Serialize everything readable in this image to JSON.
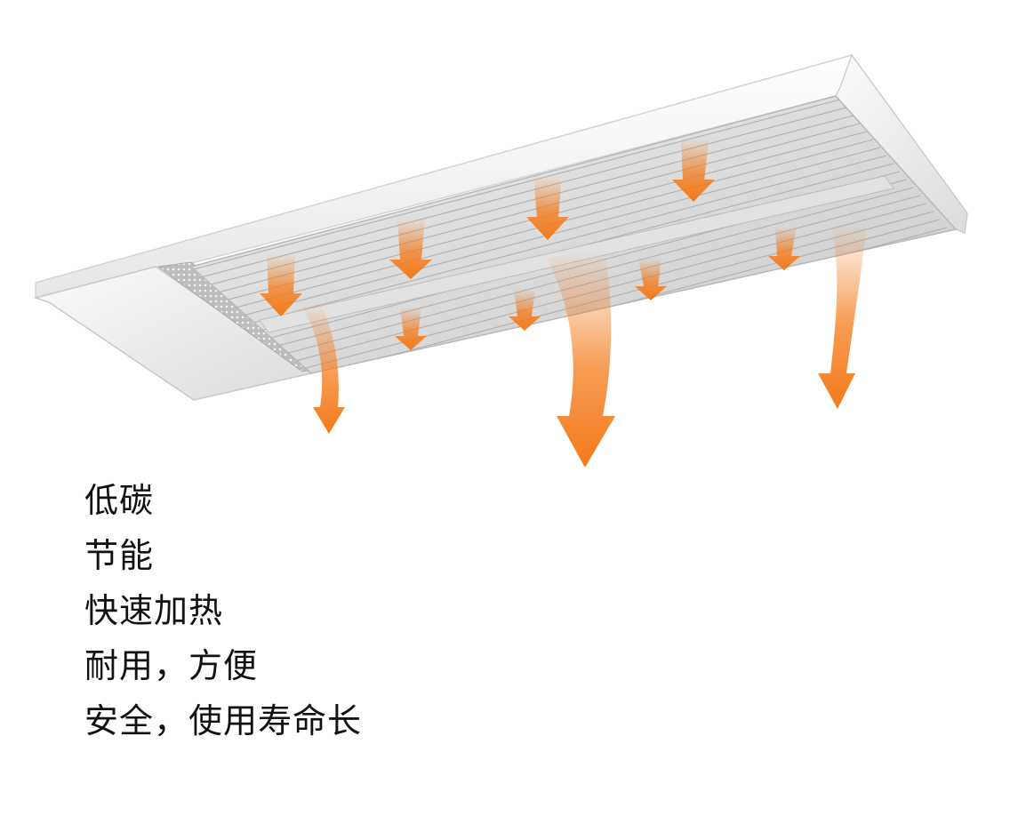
{
  "colors": {
    "heat_arrow": "#f47a1a",
    "housing": "#f2f2f2",
    "housing_edge": "#cfcfcf",
    "panel": "#d9d9d9",
    "text": "#111111"
  },
  "illustration": {
    "icon": "ceiling-radiant-heater-icon"
  },
  "features": [
    "低碳",
    "节能",
    "快速加热",
    "耐用，方便",
    "安全，使用寿命长"
  ]
}
